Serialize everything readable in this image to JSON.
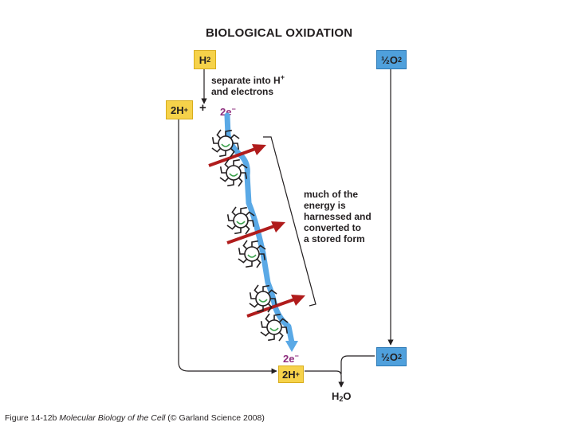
{
  "title": "BIOLOGICAL OXIDATION",
  "boxes": {
    "h2": "H",
    "h2_sub": "2",
    "o2_top_pre": "½O",
    "o2_top_sub": "2",
    "o2_bottom_pre": "½O",
    "o2_bottom_sub": "2",
    "twoh_top": "2H",
    "twoh_top_sup": "+",
    "twoh_bottom": "2H",
    "twoh_bottom_sup": "+"
  },
  "labels": {
    "separate_line1": "separate into H",
    "separate_line1_sup": "+",
    "separate_line2": "and electrons",
    "plus": "+",
    "electrons_top": "2e",
    "electrons_top_sup": "−",
    "electrons_bottom": "2e",
    "electrons_bottom_sup": "−",
    "energy_lines": [
      "much of the",
      "energy is",
      "harnessed and",
      "converted to",
      "a stored form"
    ],
    "water": "H",
    "water_sub": "2",
    "water_end": "O"
  },
  "caption": {
    "prefix": "Figure 14-12b ",
    "book": "Molecular Biology of the Cell",
    "suffix": " (© Garland Science 2008)"
  },
  "colors": {
    "yellow_box": "#f6d24a",
    "blue_box": "#4fa0dc",
    "electron_flow": "#5aa9e6",
    "energy_arrow": "#b01c1c",
    "electron_label": "#8e2e7e"
  }
}
